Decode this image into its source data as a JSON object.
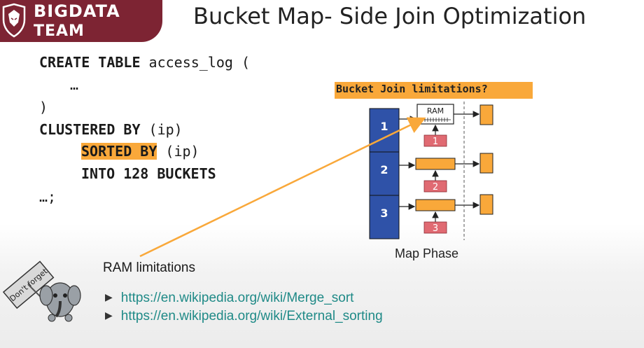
{
  "branding": {
    "line1": "BIGDATA",
    "line2": "TEAM"
  },
  "title": "Bucket Map- Side Join Optimization",
  "code": {
    "l1_kw": "CREATE TABLE",
    "l1_rest": " access_log (",
    "l2": "…",
    "l3": ")",
    "l4_kw": "CLUSTERED BY",
    "l4_rest": " (ip)",
    "l5_hl": "SORTED BY",
    "l5_rest": " (ip)",
    "l6": "INTO 128 BUCKETS",
    "l7": "…;"
  },
  "diagram": {
    "heading": "Bucket Join limitations?",
    "ram_label": "RAM",
    "buckets": [
      "1",
      "2",
      "3"
    ],
    "small_buckets": [
      "1",
      "2",
      "3"
    ],
    "caption": "Map Phase",
    "colors": {
      "bucket_blue": "#2f52a8",
      "orange": "#f9a83a",
      "red": "#e06a72",
      "arrow": "#f9a83a"
    }
  },
  "notes": {
    "ram_limitations": "RAM limitations",
    "links": [
      "https://en.wikipedia.org/wiki/Merge_sort",
      "https://en.wikipedia.org/wiki/External_sorting"
    ],
    "sticker_text": "Don't forget"
  }
}
